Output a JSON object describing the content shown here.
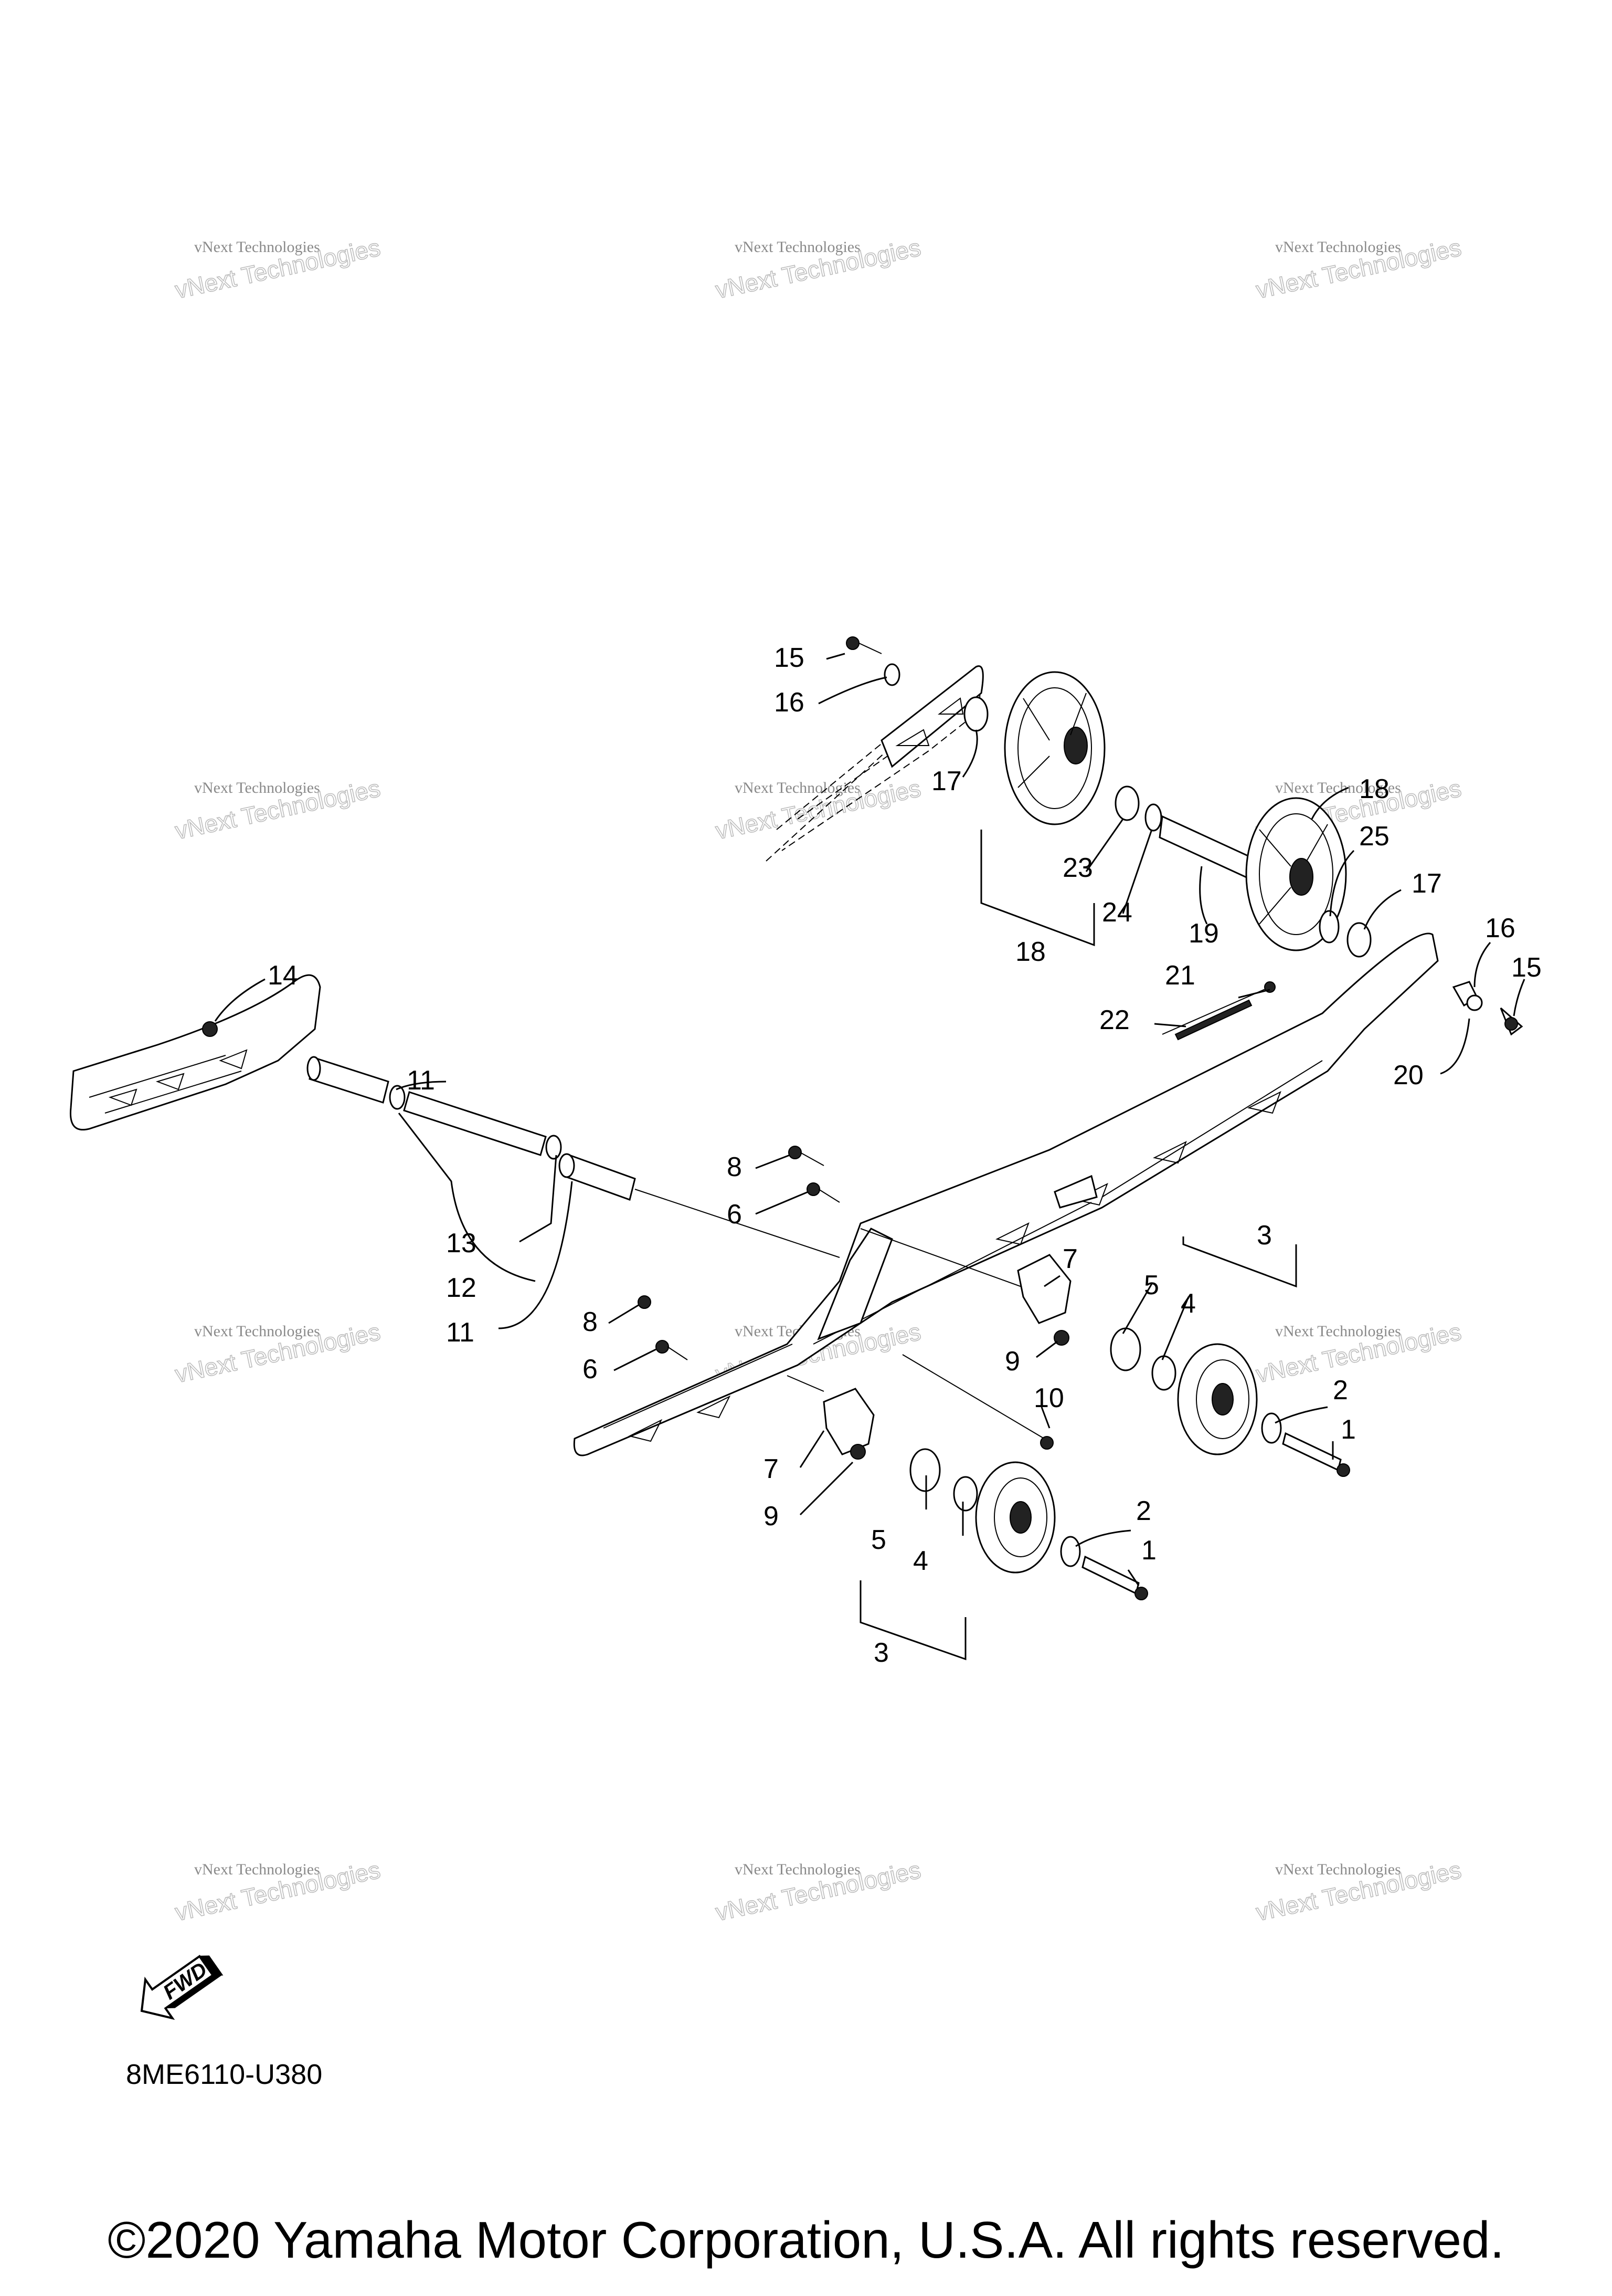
{
  "watermark": {
    "line1": "vNext Technologies",
    "line2": "vNext Technologies"
  },
  "callouts": {
    "c1a": "1",
    "c1b": "1",
    "c2a": "2",
    "c2b": "2",
    "c3a": "3",
    "c3b": "3",
    "c4a": "4",
    "c4b": "4",
    "c5a": "5",
    "c5b": "5",
    "c6a": "6",
    "c6b": "6",
    "c7a": "7",
    "c7b": "7",
    "c8a": "8",
    "c8b": "8",
    "c9a": "9",
    "c9b": "9",
    "c10": "10",
    "c11a": "11",
    "c11b": "11",
    "c12": "12",
    "c13": "13",
    "c14": "14",
    "c15a": "15",
    "c15b": "15",
    "c16a": "16",
    "c16b": "16",
    "c17a": "17",
    "c17b": "17",
    "c18a": "18",
    "c18b": "18",
    "c19": "19",
    "c20": "20",
    "c21": "21",
    "c22": "22",
    "c23": "23",
    "c24": "24",
    "c25": "25"
  },
  "fwd_label": "FWD",
  "diagram_code": "8ME6110-U380",
  "copyright": "©2020 Yamaha Motor Corporation, U.S.A. All rights reserved."
}
